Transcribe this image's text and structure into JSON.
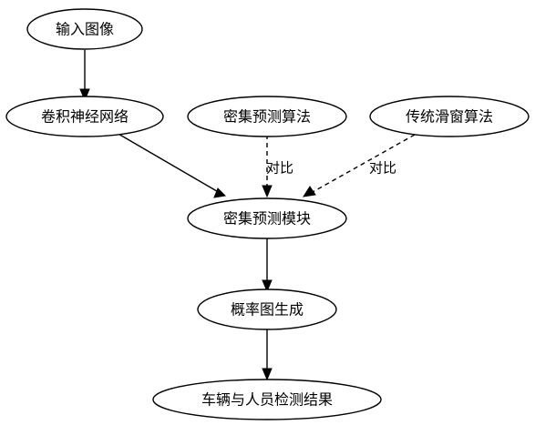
{
  "diagram": {
    "nodes": {
      "input_image": "输入图像",
      "cnn": "卷积神经网络",
      "dense_algo": "密集预测算法",
      "sliding_window": "传统滑窗算法",
      "dense_module": "密集预测模块",
      "prob_map": "概率图生成",
      "result": "车辆与人员检测结果"
    },
    "edges": {
      "compare_label_1": "对比",
      "compare_label_2": "对比"
    }
  }
}
